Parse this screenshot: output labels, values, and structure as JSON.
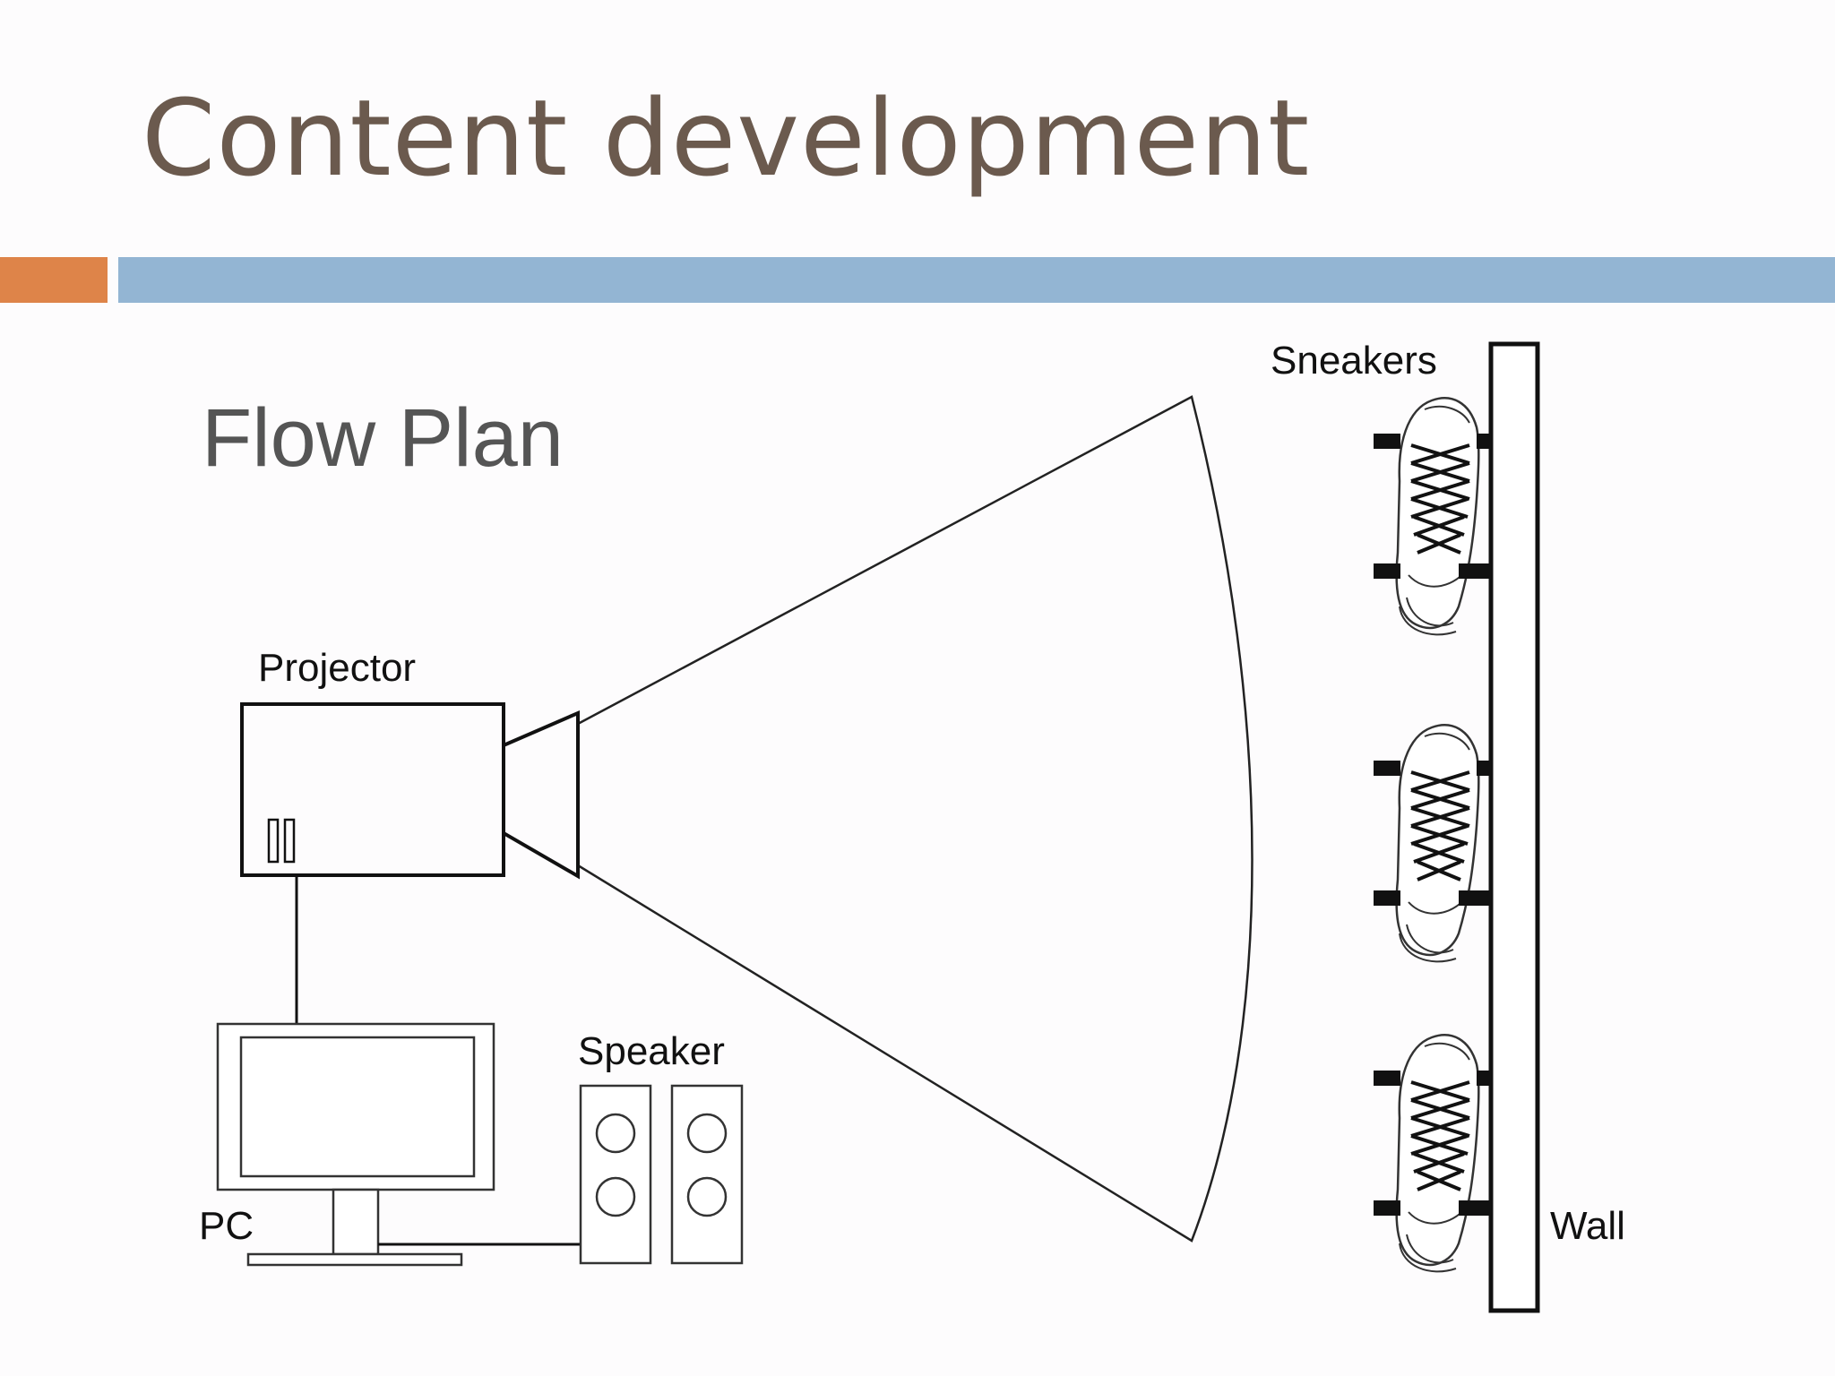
{
  "slide": {
    "title": "Content development",
    "colors": {
      "title": "#6b5a4e",
      "accent_orange": "#de8449",
      "accent_blue": "#93b5d3"
    }
  },
  "diagram": {
    "heading": "Flow Plan",
    "labels": {
      "sneakers": "Sneakers",
      "projector": "Projector",
      "speaker": "Speaker",
      "pc": "PC",
      "wall": "Wall"
    },
    "icons": [
      "projector-icon",
      "monitor-icon",
      "speaker-icon",
      "sneaker-icon",
      "wall-icon",
      "projection-beam"
    ]
  }
}
